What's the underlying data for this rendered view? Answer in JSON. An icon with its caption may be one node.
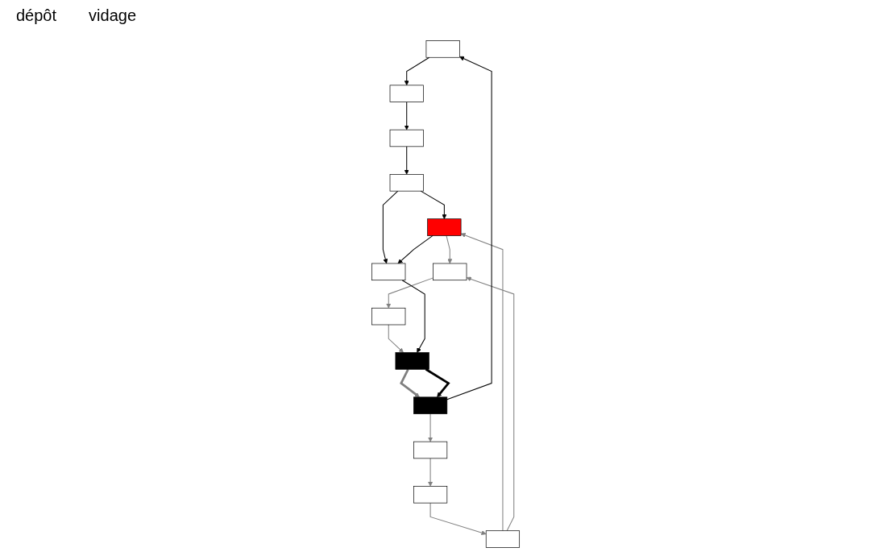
{
  "diagram": {
    "nodes": [
      {
        "text": [],
        "shape": "box"
      },
      {
        "text": [],
        "shape": "box"
      },
      {
        "text": [],
        "shape": "box"
      },
      {
        "text": [],
        "shape": "box"
      },
      {
        "text": [],
        "shape": "box"
      },
      {
        "text": [],
        "shape": "box"
      },
      {
        "text": [],
        "shape": "box"
      },
      {
        "text": [],
        "shape": "box"
      },
      {
        "text": [],
        "shape": "box"
      },
      {
        "text": [],
        "shape": "box"
      },
      {
        "text": [],
        "shape": "box"
      },
      {
        "text": [],
        "shape": "box"
      },
      {
        "text": [],
        "shape": "box"
      }
    ],
    "edges": [
      {
        "from": 1,
        "to": 4,
        "arrow": "to",
        "color": "#808080"
      },
      {
        "from": 4,
        "to": 5,
        "arrow": "to",
        "color": "#808080"
      },
      {
        "from": 5,
        "to": 7,
        "arrow": "to",
        "color": "#808080"
      },
      {
        "from": 7,
        "to": 9,
        "arrow": "to",
        "color": "#808080"
      },
      {
        "from": 7,
        "to": 8,
        "arrow": "to",
        "color": "#808080"
      },
      {
        "from": 9,
        "to": 8,
        "arrow": "to",
        "color": "#808080"
      },
      {
        "from": 8,
        "to": 10,
        "arrow": "to",
        "color": "#808080"
      },
      {
        "from": 10,
        "to": 11,
        "arrow": "to",
        "color": "#808080"
      },
      {
        "from": 11,
        "to": 1,
        "arrow": "to",
        "style": "thick",
        "color": "#808080"
      },
      {
        "from": 11,
        "to": 1,
        "arrow": "to",
        "style": "thick",
        "color": "#000000"
      },
      {
        "from": 1,
        "to": 0,
        "arrow": "to",
        "color": "#000000"
      },
      {
        "from": 0,
        "to": 2,
        "arrow": "to",
        "color": "#000000"
      },
      {
        "from": 2,
        "to": 3,
        "arrow": "to",
        "color": "#000000"
      },
      {
        "from": 3,
        "to": 6,
        "arrow": "to",
        "color": "#000000"
      },
      {
        "from": 6,
        "to": 9,
        "arrow": "to",
        "color": "#000000"
      },
      {
        "from": 6,
        "to": 12,
        "arrow": "to",
        "color": "#000000"
      },
      {
        "from": 9,
        "to": 12,
        "arrow": "to",
        "color": "#000000"
      },
      {
        "from": 12,
        "to": 11,
        "arrow": "to",
        "color": "#000000"
      }
    ],
    "labels": [
      "dépôt",
      "vidage"
    ]
  }
}
